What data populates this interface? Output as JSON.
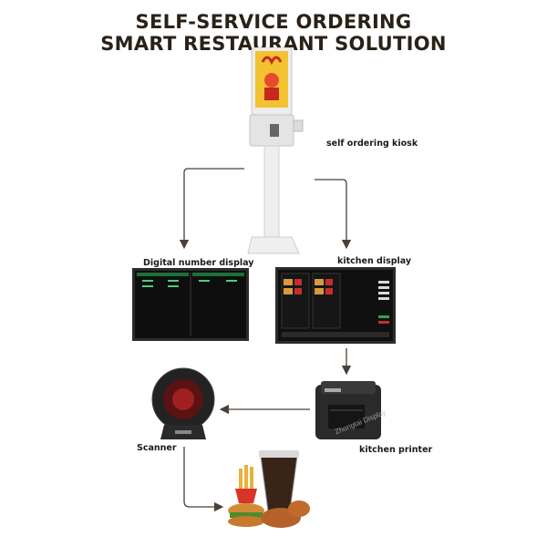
{
  "title": {
    "line1": "SELF-SERVICE ORDERING",
    "line2": "SMART RESTAURANT SOLUTION"
  },
  "labels": {
    "kiosk": "self ordering kiosk",
    "digital_display": "Digital number display",
    "kitchen_display": "kitchen display",
    "scanner": "Scanner",
    "kitchen_printer": "kitchen printer"
  },
  "watermark": "Zhongtai Display",
  "colors": {
    "title": "#2a2118",
    "arrow": "#4a4037",
    "kiosk_body": "#e9e9e9",
    "kiosk_screen": "#f2c230",
    "monitor": "#1b1b1b",
    "number_text": "#4ad07a"
  },
  "icons": [
    "kiosk-icon",
    "digital-display-icon",
    "kitchen-display-icon",
    "scanner-icon",
    "printer-icon",
    "food-icon"
  ]
}
